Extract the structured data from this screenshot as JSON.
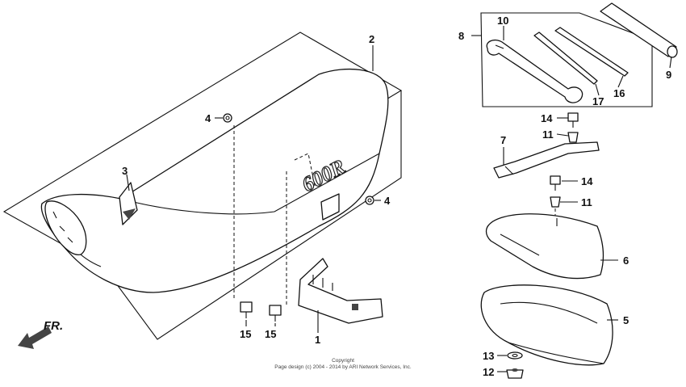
{
  "labels": {
    "p1": "1",
    "p2": "2",
    "p3": "3",
    "p4a": "4",
    "p4b": "4",
    "p5": "5",
    "p6": "6",
    "p7": "7",
    "p8": "8",
    "p9": "9",
    "p10": "10",
    "p11a": "11",
    "p11b": "11",
    "p12": "12",
    "p13": "13",
    "p14a": "14",
    "p14b": "14",
    "p15a": "15",
    "p15b": "15",
    "p16": "16",
    "p17": "17"
  },
  "direction": "FR.",
  "seat_logo": "600R",
  "copyright": {
    "line1": "Copyright",
    "line2": "Page design (c) 2004 - 2014 by ARI Network Services, Inc."
  }
}
